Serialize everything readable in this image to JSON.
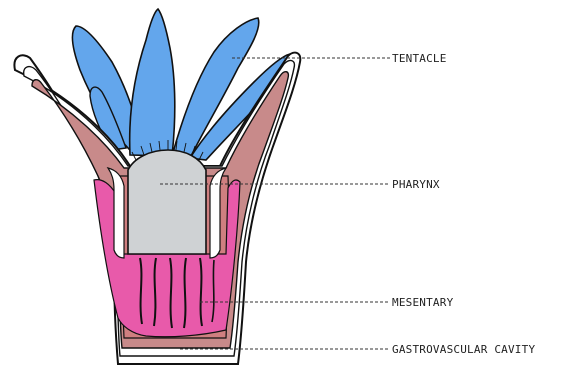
{
  "labels": {
    "tentacle": "TENTACLE",
    "pharynx": "PHARYNX",
    "mesentary": "MESENTARY",
    "gastrovascular_cavity": "GASTROVASCULAR CAVITY"
  },
  "colors": {
    "tentacle_fill": "#63a6ec",
    "pharynx_fill": "#cfd2d4",
    "body_wall_fill": "#c88a8a",
    "mesentery_fill": "#e85aaa",
    "cavity_base_fill": "#cf7f80",
    "outline": "#111111",
    "leader_line": "#333333"
  }
}
